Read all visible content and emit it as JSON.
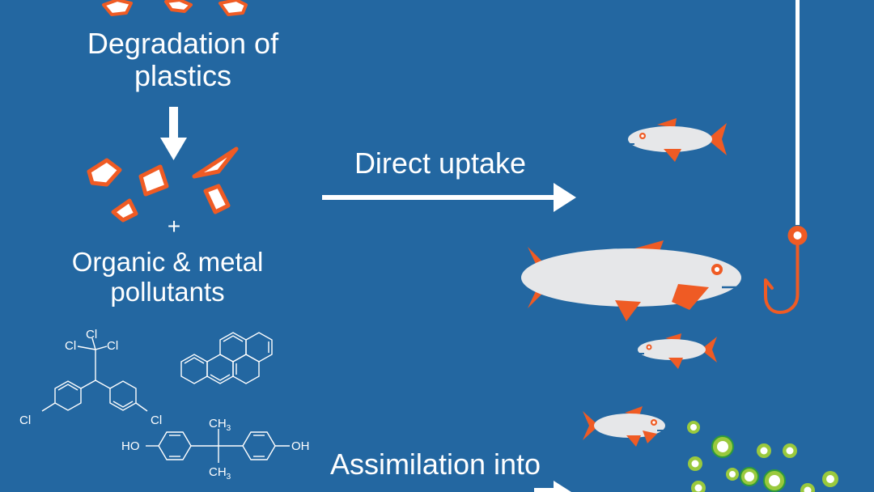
{
  "labels": {
    "degradation_line1": "Degradation of",
    "degradation_line2": "plastics",
    "plus": "+",
    "pollutants_line1": "Organic & metal",
    "pollutants_line2": "pollutants",
    "direct_uptake": "Direct uptake",
    "assimilation": "Assimilation into"
  },
  "chemistry": {
    "cl": "Cl",
    "oh": "OH",
    "ho": "HO",
    "ch": "CH",
    "three": "3"
  },
  "colors": {
    "background": "#2367a1",
    "accent_orange": "#ef5b24",
    "fish_body": "#e6e7e9",
    "line_white": "#ffffff",
    "algae_green": "#9ac93d",
    "algae_dark": "#2f9b3a"
  }
}
